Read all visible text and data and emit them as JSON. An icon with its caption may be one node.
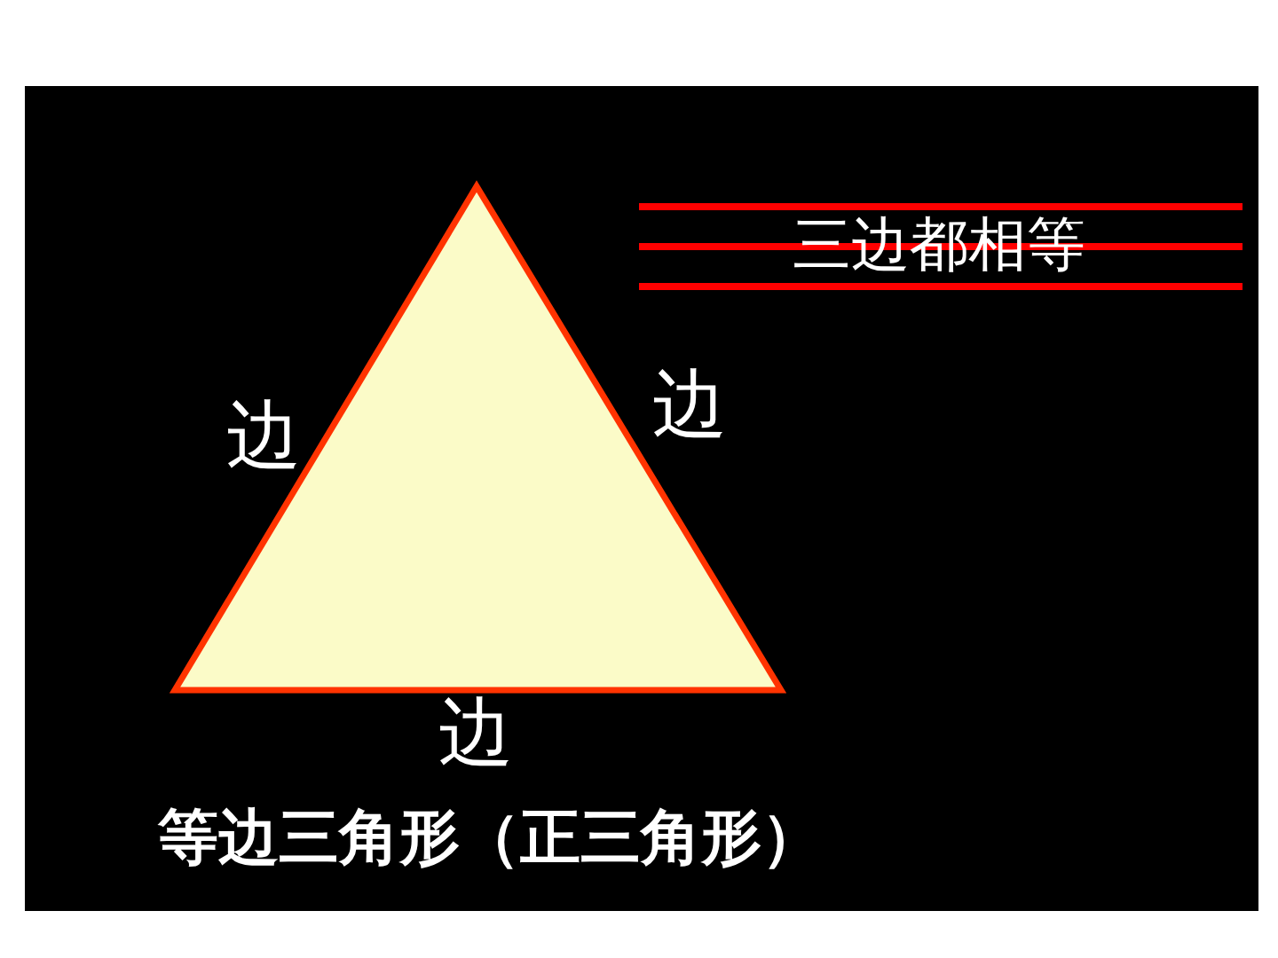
{
  "diagram": {
    "caption": "等边三角形（正三角形）",
    "labels": [
      "三边都相等",
      "边",
      "边",
      "边"
    ]
  }
}
